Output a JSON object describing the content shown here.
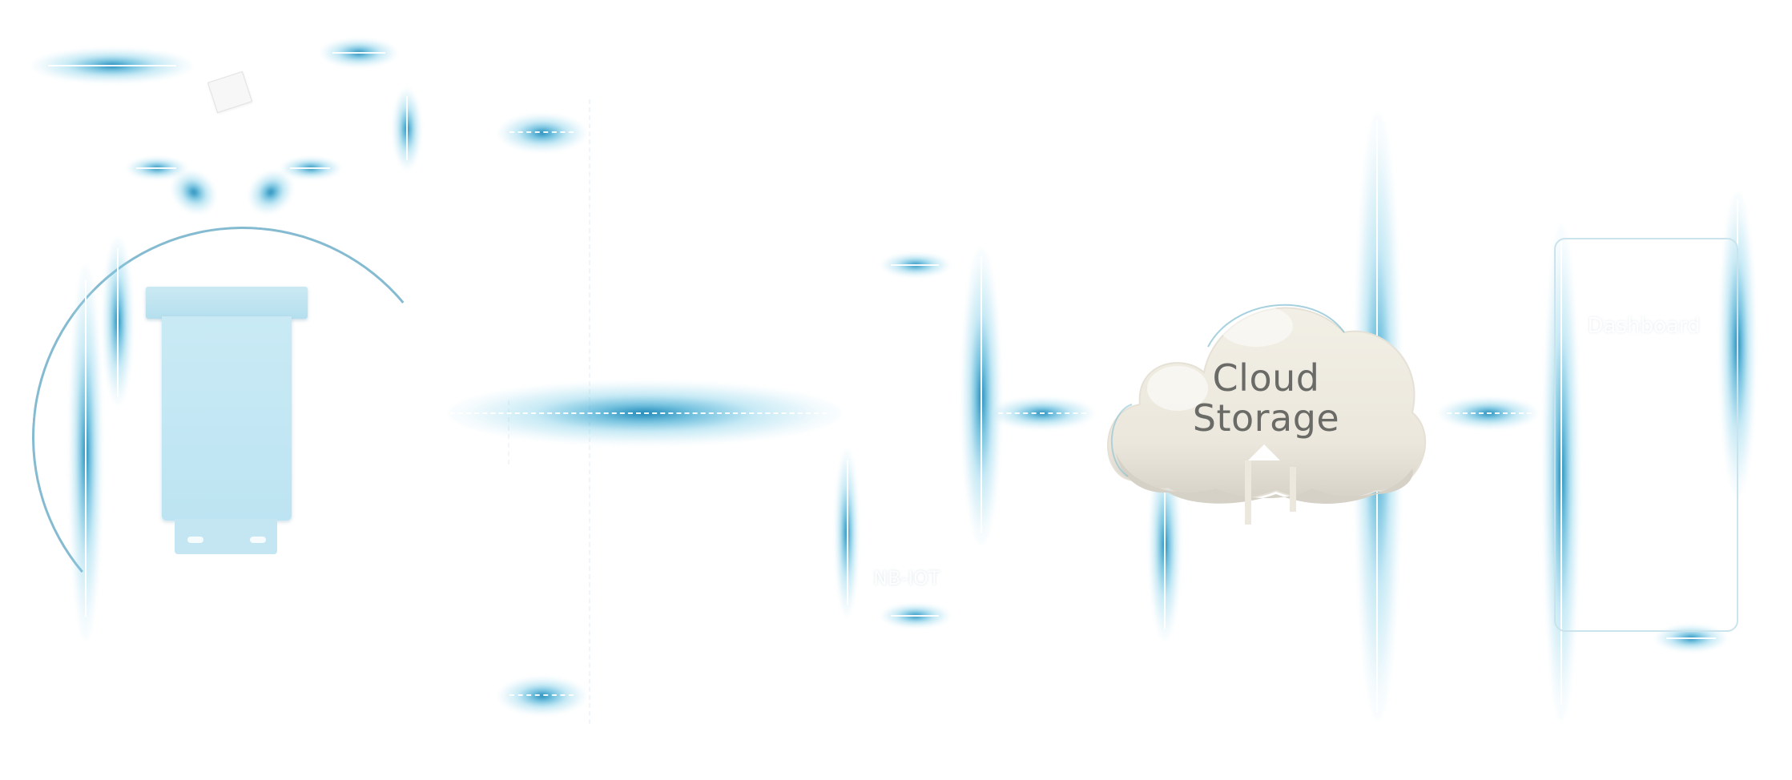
{
  "diagram": {
    "nodes": [
      {
        "id": "bin-sensor",
        "label": ""
      },
      {
        "id": "nbiot-module",
        "label": "NB-IOT"
      },
      {
        "id": "cloud-storage",
        "label_line1": "Cloud",
        "label_line2": "Storage"
      },
      {
        "id": "dashboard",
        "label": "Dashboard"
      }
    ],
    "edges": [
      {
        "from": "bin-sensor",
        "to": "nbiot-module",
        "style": "dashed"
      },
      {
        "from": "nbiot-module",
        "to": "cloud-storage",
        "style": "dashed"
      },
      {
        "from": "cloud-storage",
        "to": "dashboard",
        "style": "dashed"
      }
    ]
  },
  "colors": {
    "glow": "#1f8fbf",
    "bin": "#c4e6f2",
    "cloud_top": "#efece2",
    "cloud_bottom": "#d7d3c9",
    "cloud_text": "#6a6a66"
  },
  "icons": {
    "bin": "bin-sensor-icon",
    "cloud": "cloud-icon",
    "upload": "upload-arrow-icon",
    "note": "note-icon"
  }
}
